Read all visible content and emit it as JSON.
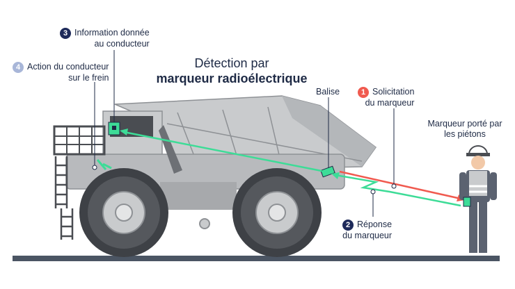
{
  "title": {
    "line1": "Détection par",
    "line2": "marqueur radioélectrique"
  },
  "steps": [
    {
      "number": "1",
      "line1": "Solicitation",
      "line2": "du marqueur",
      "color": "#f05a4f"
    },
    {
      "number": "2",
      "line1": "Réponse",
      "line2": "du marqueur",
      "color": "#1e2a5a"
    },
    {
      "number": "3",
      "line1": "Information donnée",
      "line2": "au conducteur",
      "color": "#1e2a5a"
    },
    {
      "number": "4",
      "line1": "Action du conducteur",
      "line2": "sur le frein",
      "color": "#a8b6d8"
    }
  ],
  "labels": {
    "balise": "Balise",
    "pedestrian_line1": "Marqueur porté par",
    "pedestrian_line2": "les piétons"
  },
  "colors": {
    "signal_request": "#f05a4f",
    "signal_response": "#3ddc97",
    "truck_body": "#c9cbcd",
    "truck_dark": "#4a4d52",
    "ground": "#4b5563"
  }
}
